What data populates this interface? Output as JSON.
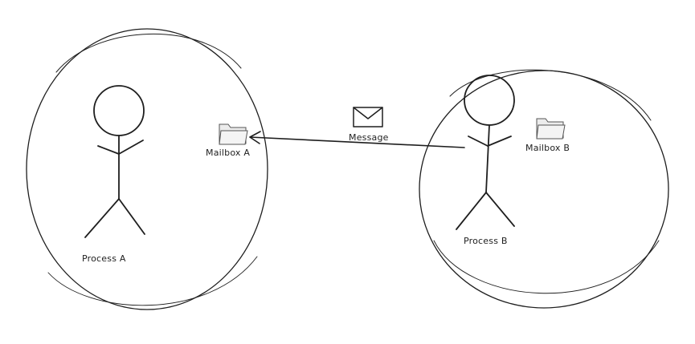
{
  "process_a": {
    "label": "Process A",
    "mailbox_label": "Mailbox A"
  },
  "process_b": {
    "label": "Process B",
    "mailbox_label": "Mailbox B"
  },
  "message": {
    "label": "Message"
  },
  "icons": {
    "mailbox": "folder-icon",
    "message": "envelope-icon",
    "actor": "stick-figure-icon"
  },
  "colors": {
    "stroke": "#1e1e1e",
    "background": "#ffffff"
  }
}
